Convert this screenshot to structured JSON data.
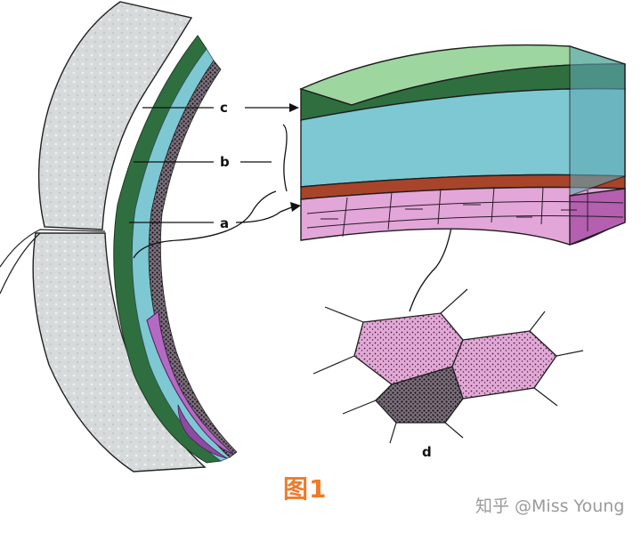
{
  "labels": {
    "a": "a",
    "b": "b",
    "c": "c",
    "d": "d"
  },
  "caption": "图1",
  "watermark": "知乎 @Miss Young",
  "colors": {
    "outer_green": "#9ed6a0",
    "dark_green": "#2f6f3f",
    "cyan": "#7ec8d3",
    "brown": "#a8442a",
    "pink": "#e3a6d8",
    "purple": "#b46ac2",
    "cornea_gray": "#d8dcdc",
    "caption_orange": "#ee7b2a"
  }
}
